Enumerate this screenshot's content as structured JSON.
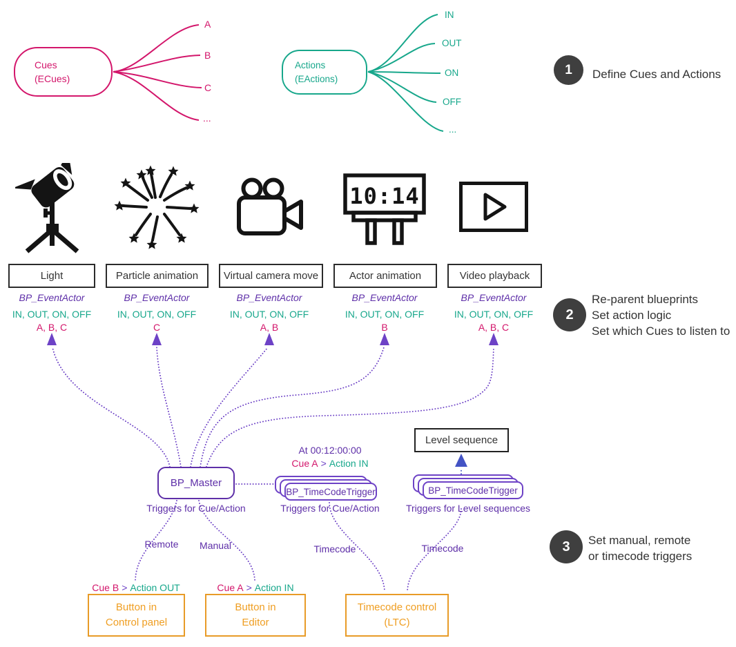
{
  "colors": {
    "pink": "#d3166b",
    "teal": "#17a78b",
    "purple_text": "#5e2fa8",
    "purple_line": "#6d42c6",
    "blue_arrow": "#4353c4",
    "orange": "#ef9e22",
    "step_circle": "#3f3f3f",
    "dark_text": "#333333"
  },
  "cues_node": {
    "title": "Cues",
    "subtitle": "(ECues)",
    "branches": [
      "A",
      "B",
      "C",
      "..."
    ]
  },
  "actions_node": {
    "title": "Actions",
    "subtitle": "(EActions)",
    "branches": [
      "IN",
      "OUT",
      "ON",
      "OFF",
      "..."
    ]
  },
  "steps": [
    {
      "number": "1",
      "lines": [
        "Define Cues and Actions"
      ]
    },
    {
      "number": "2",
      "lines": [
        "Re-parent blueprints",
        "Set action logic",
        "Set which Cues to listen to"
      ]
    },
    {
      "number": "3",
      "lines": [
        "Set manual, remote",
        "or timecode triggers"
      ]
    }
  ],
  "actors": [
    {
      "icon": "stage-light-icon",
      "label": "Light",
      "blueprint": "BP_EventActor",
      "actions": "IN, OUT, ON, OFF",
      "cues": "A, B, C"
    },
    {
      "icon": "fireworks-icon",
      "label": "Particle animation",
      "blueprint": "BP_EventActor",
      "actions": "IN, OUT, ON, OFF",
      "cues": "C"
    },
    {
      "icon": "movie-camera-icon",
      "label": "Virtual camera move",
      "blueprint": "BP_EventActor",
      "actions": "IN, OUT, ON, OFF",
      "cues": "A, B"
    },
    {
      "icon": "timecode-clock-icon",
      "label": "Actor animation",
      "blueprint": "BP_EventActor",
      "actions": "IN, OUT, ON, OFF",
      "cues": "B",
      "clock": "10:14"
    },
    {
      "icon": "play-button-icon",
      "label": "Video playback",
      "blueprint": "BP_EventActor",
      "actions": "IN, OUT, ON, OFF",
      "cues": "A, B, C"
    }
  ],
  "master": {
    "label": "BP_Master",
    "caption": "Triggers for Cue/Action"
  },
  "timecode_trigger_cue": {
    "label": "BP_TimeCodeTrigger",
    "caption": "Triggers for Cue/Action",
    "time": "At 00:12:00:00",
    "cue": "Cue A",
    "sep": ">",
    "action": "Action IN"
  },
  "timecode_trigger_level": {
    "label": "BP_TimeCodeTrigger",
    "caption": "Triggers for Level sequences",
    "target": "Level sequence"
  },
  "trigger_modes": {
    "remote": "Remote",
    "manual": "Manual",
    "timecode_1": "Timecode",
    "timecode_2": "Timecode"
  },
  "sources": [
    {
      "cue": "Cue B",
      "sep": ">",
      "action": "Action OUT",
      "line1": "Button in",
      "line2": "Control panel"
    },
    {
      "cue": "Cue A",
      "sep": ">",
      "action": "Action IN",
      "line1": "Button in",
      "line2": "Editor"
    },
    {
      "line1": "Timecode control",
      "line2": "(LTC)"
    }
  ]
}
